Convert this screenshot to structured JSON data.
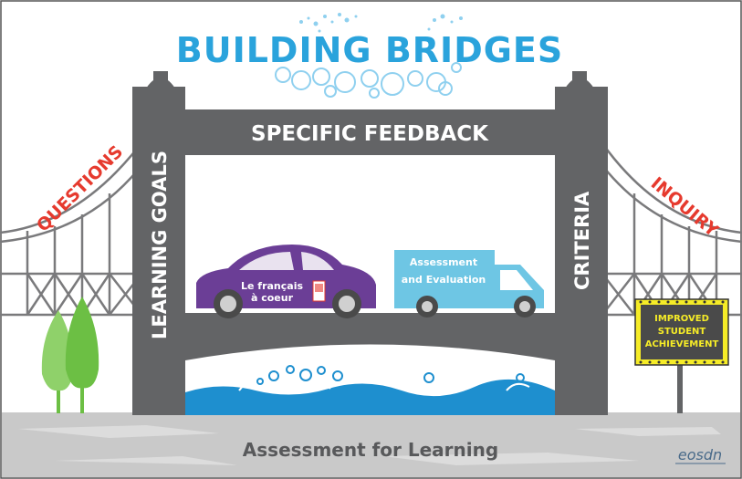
{
  "title": "BUILDING BRIDGES",
  "top_beam": "SPECIFIC FEEDBACK",
  "left_tower": "LEARNING GOALS",
  "right_tower": "CRITERIA",
  "left_cable": "QUESTIONS",
  "right_cable": "INQUIRY",
  "car": {
    "line1": "Le français",
    "line2": "à coeur"
  },
  "van": {
    "line1": "Assessment",
    "line2": "and Evaluation"
  },
  "sign": {
    "line1": "IMPROVED",
    "line2": "STUDENT",
    "line3": "ACHIEVEMENT"
  },
  "ground_text": "Assessment for Learning",
  "logo": "eosdn",
  "colors": {
    "title_blue": "#2aa3dc",
    "bridge_gray": "#636466",
    "ground_gray": "#c8c8c8",
    "cable_red": "#e63a2e",
    "car_purple": "#6b3e96",
    "van_blue": "#6ec6e4",
    "water_blue": "#1e8fcf",
    "sign_yellow": "#f6ec27",
    "tree_green": "#6cbf44"
  }
}
